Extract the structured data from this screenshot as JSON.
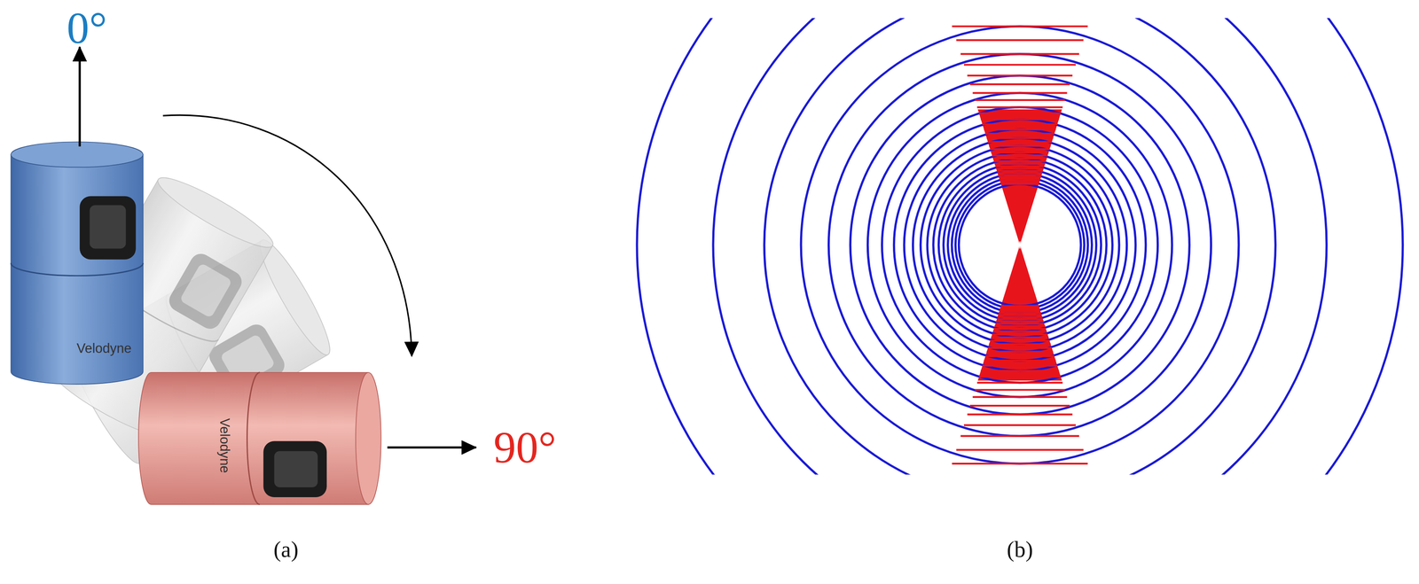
{
  "diagram": {
    "labels": [
      "0°",
      "Velodyne",
      "90°",
      "Velodyne",
      "(a)",
      "(b)"
    ]
  }
}
